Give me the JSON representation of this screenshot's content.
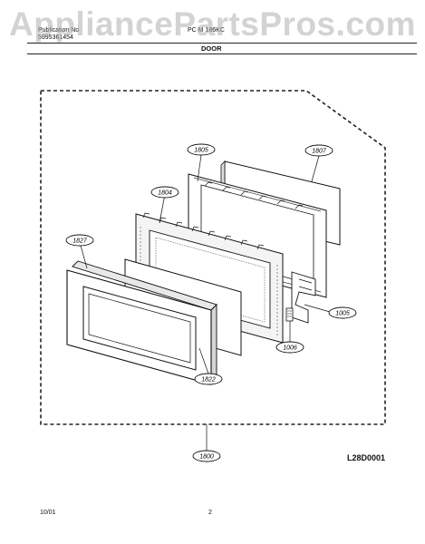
{
  "watermark": "AppliancePartsPros.com",
  "header": {
    "left_line1": "Publication No",
    "left_line2": "5995361454",
    "model": "PC  M 186KC",
    "section_title": "DOOR"
  },
  "callouts": {
    "c1805": "1805",
    "c1807": "1807",
    "c1804": "1804",
    "c1827": "1827",
    "c1005": "1005",
    "c1006": "1006",
    "c1822": "1822",
    "c1800": "1800"
  },
  "diagram_code": "L28D0001",
  "footer": {
    "date": "10/01",
    "page": "2"
  }
}
